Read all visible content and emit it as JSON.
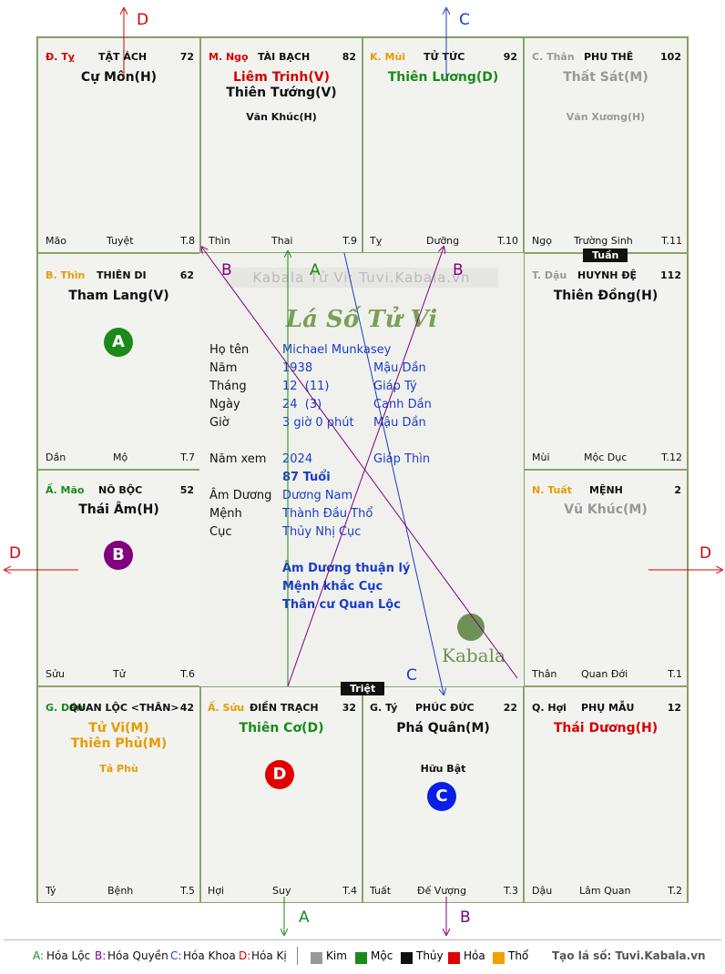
{
  "cells": [
    {
      "can": "Đ. Tỵ",
      "palace": "TẬT ÁCH",
      "num": "72",
      "stars": [
        "Cự Môn(H)"
      ],
      "minor": [],
      "branch": "Mão",
      "phase": "Tuyệt",
      "tcode": "T.8"
    },
    {
      "can": "M. Ngọ",
      "palace": "TÀI BẠCH",
      "num": "82",
      "stars": [
        "Liêm Trinh(V)",
        "Thiên Tướng(V)"
      ],
      "minor": [
        "Văn Khúc(H)"
      ],
      "branch": "Thìn",
      "phase": "Thai",
      "tcode": "T.9"
    },
    {
      "can": "K. Mùi",
      "palace": "TỬ TỨC",
      "num": "92",
      "stars": [
        "Thiên Lương(D)"
      ],
      "minor": [],
      "branch": "Tỵ",
      "phase": "Dưỡng",
      "tcode": "T.10"
    },
    {
      "can": "C. Thân",
      "palace": "PHU THÊ",
      "num": "102",
      "stars": [
        "Thất Sát(M)"
      ],
      "minor": [
        "Văn Xương(H)"
      ],
      "branch": "Ngọ",
      "phase": "Trường Sinh",
      "tcode": "T.11"
    },
    {
      "can": "B. Thìn",
      "palace": "THIÊN DI",
      "num": "62",
      "stars": [
        "Tham Lang(V)"
      ],
      "minor": [],
      "branch": "Dần",
      "phase": "Mộ",
      "tcode": "T.7"
    },
    {
      "can": "T. Dậu",
      "palace": "HUYNH ĐỆ",
      "num": "112",
      "stars": [
        "Thiên Đồng(H)"
      ],
      "minor": [],
      "branch": "Mùi",
      "phase": "Mộc Dục",
      "tcode": "T.12"
    },
    {
      "can": "Ấ. Mão",
      "palace": "NÔ BỘC",
      "num": "52",
      "stars": [
        "Thái Âm(H)"
      ],
      "minor": [],
      "branch": "Sửu",
      "phase": "Tử",
      "tcode": "T.6"
    },
    {
      "can": "N. Tuất",
      "palace": "MỆNH",
      "num": "2",
      "stars": [
        "Vũ Khúc(M)"
      ],
      "minor": [],
      "branch": "Thân",
      "phase": "Quan Đới",
      "tcode": "T.1"
    },
    {
      "can": "G. Dần",
      "palace": "QUAN LỘC <THÂN>",
      "num": "42",
      "stars": [
        "Tử Vi(M)",
        "Thiên Phủ(M)"
      ],
      "minor": [
        "Tả Phù"
      ],
      "branch": "Tý",
      "phase": "Bệnh",
      "tcode": "T.5"
    },
    {
      "can": "Ấ. Sửu",
      "palace": "ĐIỀN TRẠCH",
      "num": "32",
      "stars": [
        "Thiên Cơ(D)"
      ],
      "minor": [],
      "branch": "Hợi",
      "phase": "Suy",
      "tcode": "T.4"
    },
    {
      "can": "G. Tý",
      "palace": "PHÚC ĐỨC",
      "num": "22",
      "stars": [
        "Phá Quân(M)"
      ],
      "minor": [
        "Hữu Bật"
      ],
      "branch": "Tuất",
      "phase": "Đế Vượng",
      "tcode": "T.3"
    },
    {
      "can": "Q. Hợi",
      "palace": "PHỤ MẪU",
      "num": "12",
      "stars": [
        "Thái Dương(H)"
      ],
      "minor": [],
      "branch": "Dậu",
      "phase": "Lâm Quan",
      "tcode": "T.2"
    }
  ],
  "badges": {
    "tuan": "Tuần",
    "triet": "Triệt"
  },
  "center": {
    "watermark": "Kabala Tử Vi: Tuvi.Kabala.vn",
    "title": "Lá Số Tử Vi",
    "rows": [
      {
        "label": "Họ tên",
        "value": "Michael Munkasey",
        "extra": ""
      },
      {
        "label": "Năm",
        "value": "1938",
        "extra": "Mậu Dần"
      },
      {
        "label": "Tháng",
        "value": "12  (11)",
        "extra": "Giáp Tý"
      },
      {
        "label": "Ngày",
        "value": "24  (3)",
        "extra": "Canh Dần"
      },
      {
        "label": "Giờ",
        "value": "3 giờ 0 phút",
        "extra": "Mậu Dần"
      }
    ],
    "namxem": {
      "label": "Năm xem",
      "value": "2024",
      "extra": "Giáp Thìn",
      "age": "87 Tuổi"
    },
    "rows2": [
      {
        "label": "Âm Dương",
        "value": "Dương Nam"
      },
      {
        "label": "Mệnh",
        "value": "Thành Đầu Thổ"
      },
      {
        "label": "Cục",
        "value": "Thủy Nhị Cục"
      }
    ],
    "notes": [
      "Âm Dương thuận lý",
      "Mệnh khắc Cục",
      "Thân cư Quan Lộc"
    ],
    "logo": "Kabala"
  },
  "circles": {
    "a": "A",
    "b": "B",
    "c": "C",
    "d": "D"
  },
  "arrows": {
    "a": "A",
    "b": "B",
    "c": "C",
    "d": "D"
  },
  "legend": {
    "a_key": "A:",
    "a": "Hóa Lộc",
    "b_key": "B:",
    "b": "Hóa Quyền",
    "c_key": "C:",
    "c": "Hóa Khoa",
    "d_key": "D:",
    "d": "Hóa Kị",
    "elements": [
      "Kim",
      "Mộc",
      "Thủy",
      "Hỏa",
      "Thổ"
    ],
    "credit": "Tạo lá số: Tuvi.Kabala.vn"
  },
  "colors": {
    "kim": "#999999",
    "moc": "#1a8a1a",
    "thuy": "#111111",
    "hoa": "#e00000",
    "tho": "#f0a000",
    "a": "#1a8a1a",
    "b": "#800080",
    "c": "#1a3cc8",
    "d": "#d40000"
  }
}
